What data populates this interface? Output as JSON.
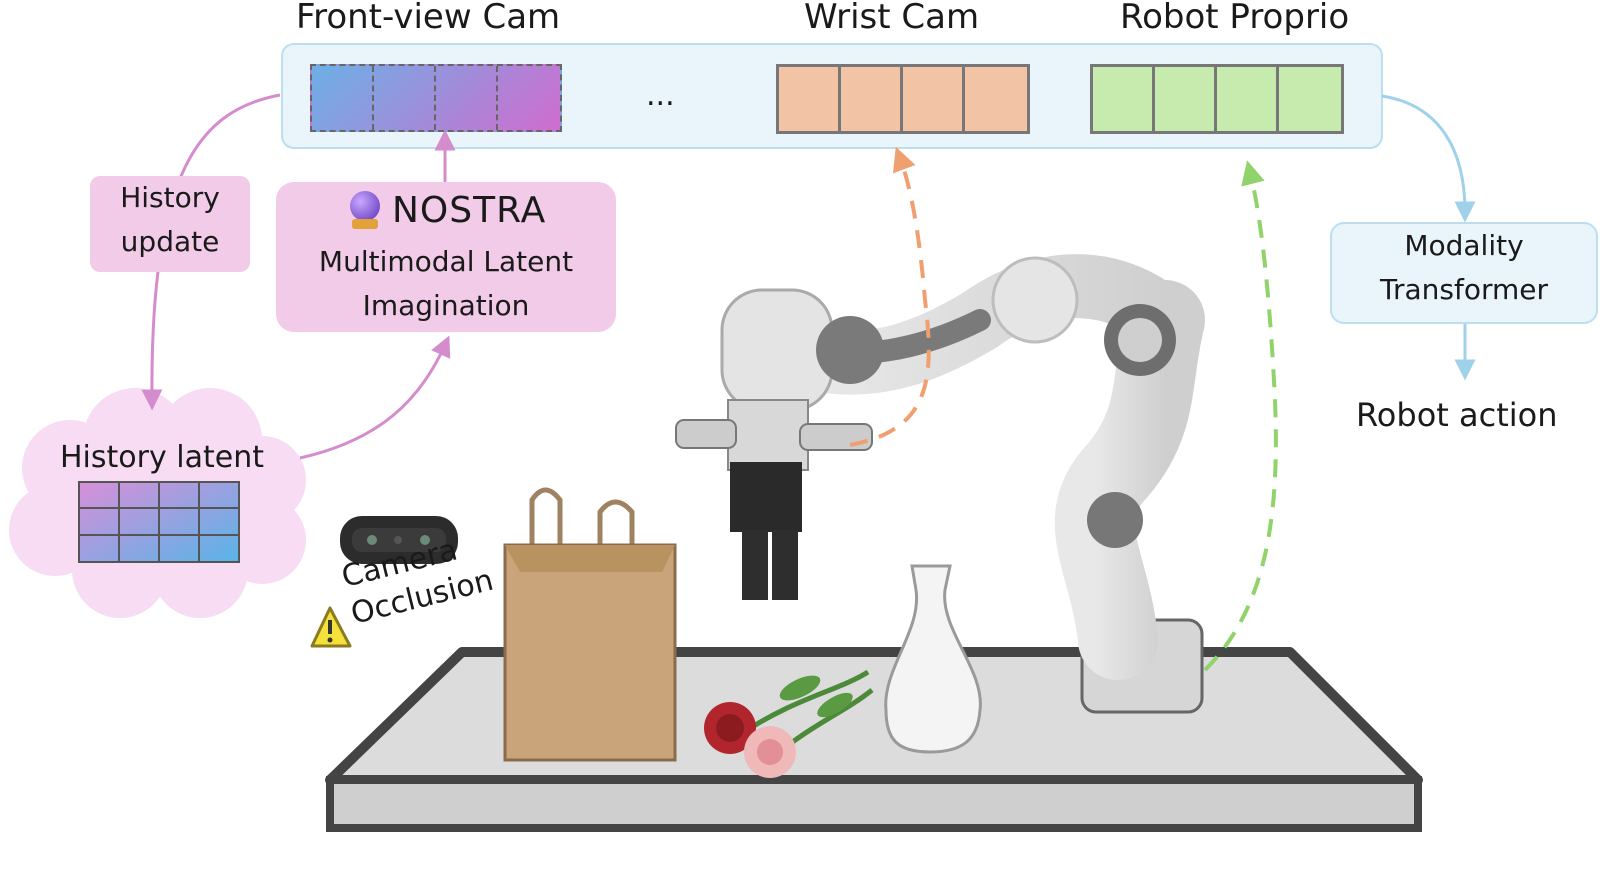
{
  "headers": {
    "front_view": "Front-view Cam",
    "wrist": "Wrist Cam",
    "proprio": "Robot Proprio"
  },
  "ellipsis": "...",
  "history_update": {
    "line1": "History",
    "line2": "update"
  },
  "nostra": {
    "name": "NOSTRA",
    "line1": "Multimodal Latent",
    "line2": "Imagination"
  },
  "history_latent": "History latent",
  "camera_occlusion": {
    "line1": "Camera",
    "line2": "Occlusion"
  },
  "modality_transformer": {
    "line1": "Modality",
    "line2": "Transformer"
  },
  "robot_action": "Robot action",
  "colors": {
    "token_bar_bg": "#e9f4fb",
    "token_bar_border": "#bcdff0",
    "wrist_token": "#f2c4a5",
    "proprio_token": "#c7ebae",
    "pink_box": "#f1cbe8",
    "pink_arrow": "#d58ccd",
    "blue_arrow": "#9fd2ea",
    "orange_dash": "#f0a070",
    "green_dash": "#8fd36a"
  },
  "icons": {
    "nostra": "crystal-ball-icon",
    "warning": "warning-triangle-icon",
    "camera": "depth-camera-icon"
  }
}
